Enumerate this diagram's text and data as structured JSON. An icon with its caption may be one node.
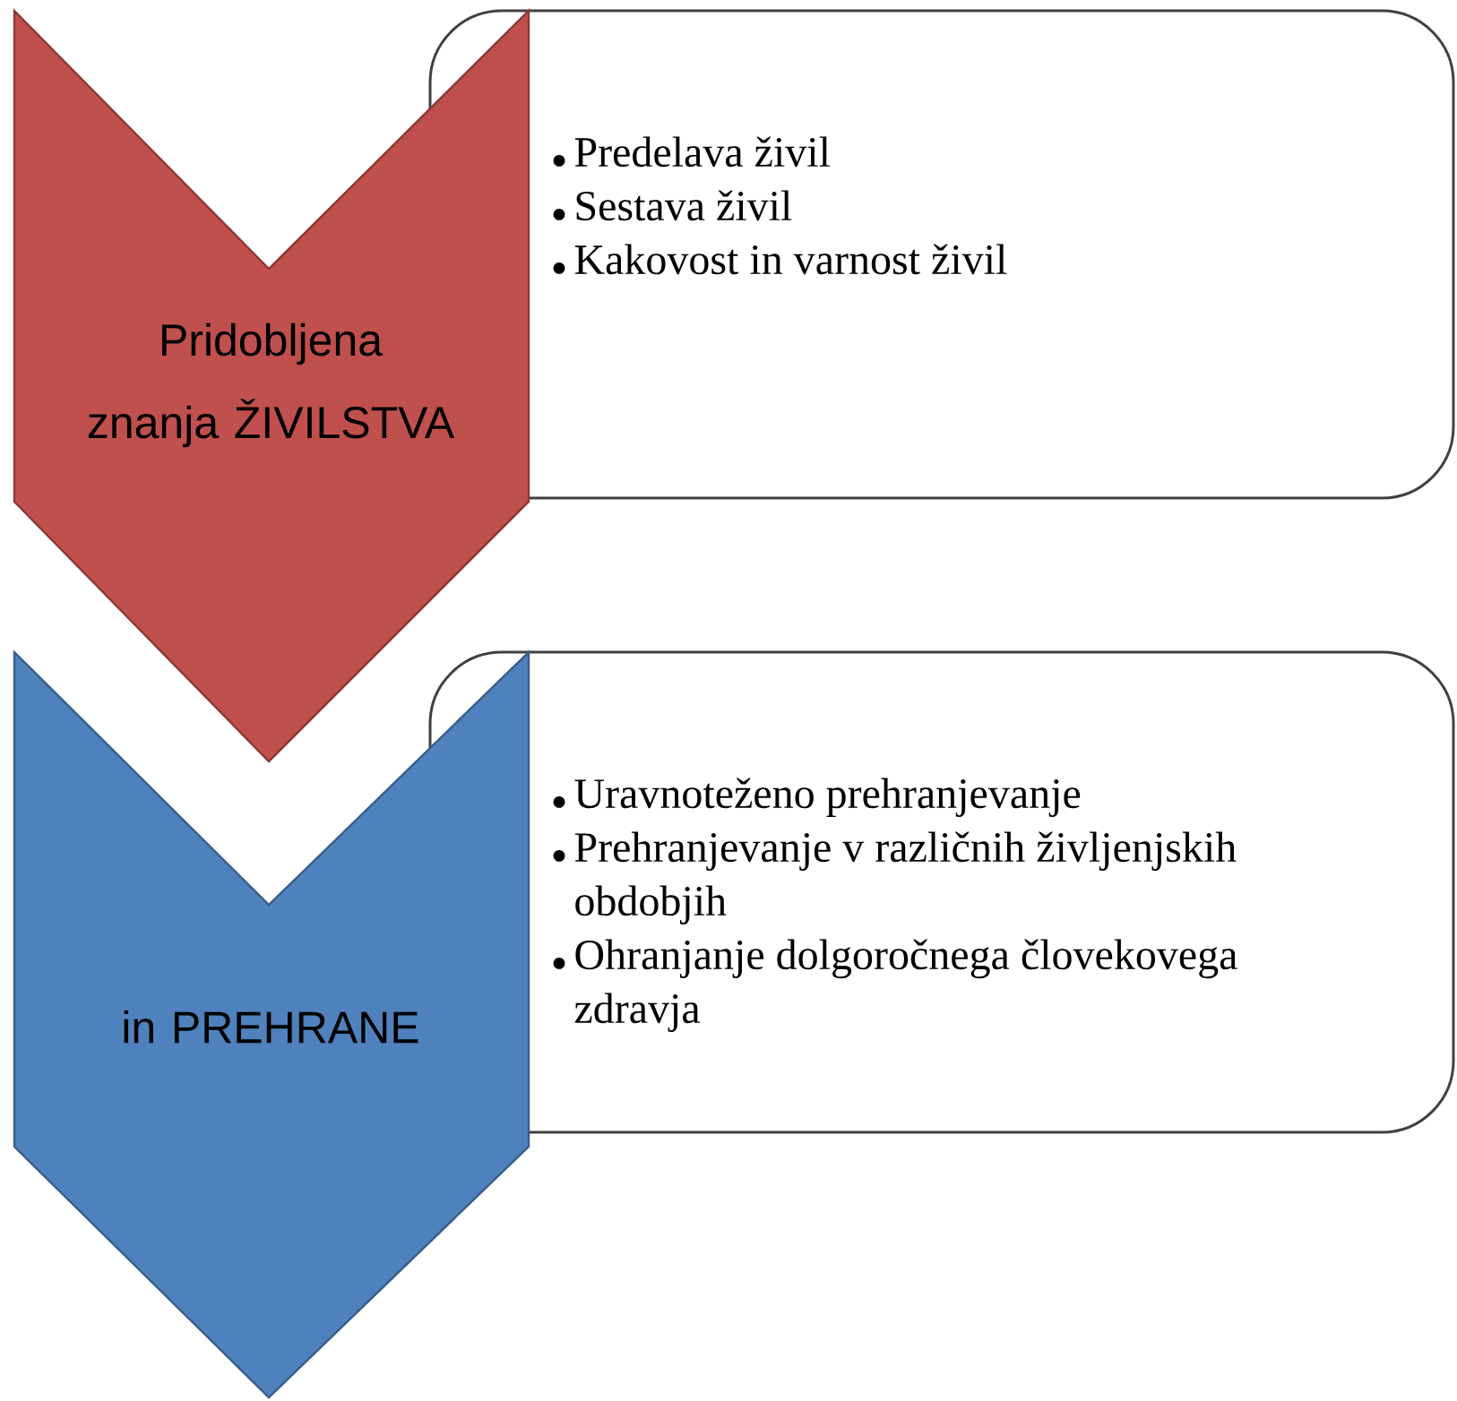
{
  "diagram": {
    "nodes": [
      {
        "text": [
          "Pridobljena znanja ŽIVILSTVA"
        ]
      },
      {
        "text": [
          "Predelava živil",
          "Sestava živil",
          "Kakovost in varnost živil"
        ]
      },
      {
        "text": [
          "in PREHRANE"
        ]
      },
      {
        "text": [
          "Uravnoteženo prehranjevanje",
          "Prehranjevanje v različnih življenjskih obdobjih",
          "Ohranjanje dolgoročnega človekovega zdravja"
        ]
      }
    ]
  }
}
